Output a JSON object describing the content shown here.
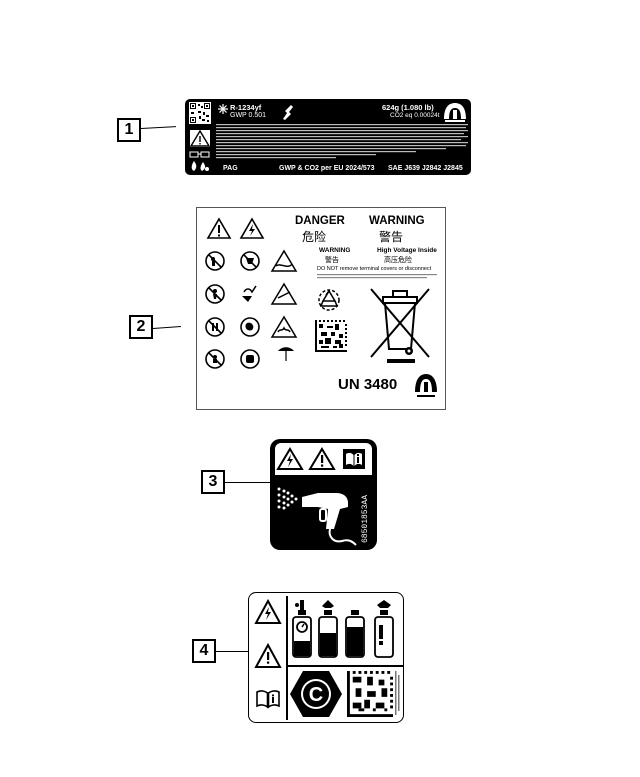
{
  "callouts": [
    "1",
    "2",
    "3",
    "4"
  ],
  "label1": {
    "refrigerant": "R-1234yf",
    "gwp": "GWP 0.501",
    "weight": "624g (1.080 lb)",
    "co2": "CO2 eq 0.00024t",
    "oil": "PAG",
    "regulation": "GWP & CO2 per EU 2024/573",
    "standards": "SAE J639 J2842 J2845"
  },
  "label2": {
    "danger_en": "DANGER",
    "danger_zh": "危险",
    "warning_en": "WARNING",
    "warning_zh": "警告",
    "small_warning_en": "WARNING",
    "small_warning_zh": "警告",
    "high_voltage_en": "High Voltage Inside",
    "high_voltage_zh": "高压危险",
    "instruction": "DO NOT remove terminal covers or disconnect",
    "un_number": "UN 3480"
  },
  "label3": {
    "part_number": "68501853AA"
  },
  "icons": {
    "brand": "mopar-logo-icon",
    "warning": "warning-triangle-icon",
    "electric": "electric-shock-icon",
    "manual": "read-manual-icon",
    "recycle": "recycle-icon",
    "bin": "crossed-out-bin-icon",
    "washer": "pressure-washer-icon",
    "coolant": "coolant-reservoirs-icon",
    "hexagon": "hexagon-c-icon"
  }
}
